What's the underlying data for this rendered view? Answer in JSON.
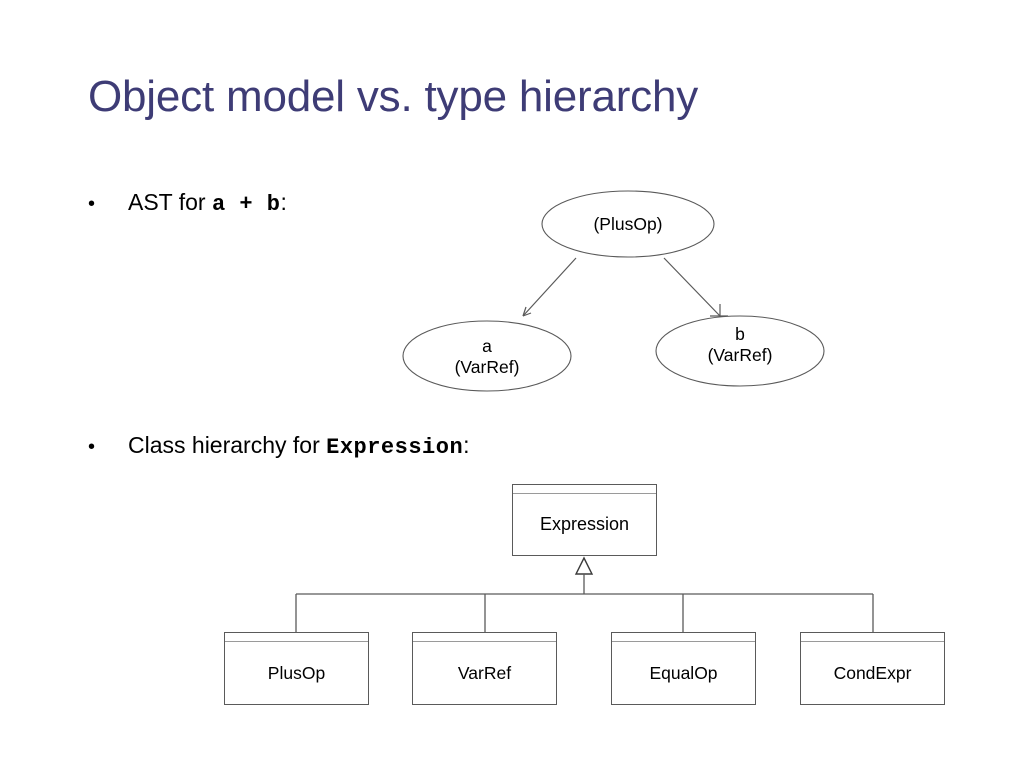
{
  "slide": {
    "title": "Object model vs. type hierarchy",
    "title_color": "#3E3C76",
    "background_color": "#FFFFFF"
  },
  "bullets": [
    {
      "marker": "•",
      "prefix": "AST for ",
      "code": "a + b",
      "suffix": ":"
    },
    {
      "marker": "•",
      "prefix": "Class hierarchy for ",
      "code": "Expression",
      "suffix": ":"
    }
  ],
  "ast_diagram": {
    "shape": "ellipse",
    "edge_style": "arrow",
    "nodes": [
      {
        "id": "root",
        "line1": "",
        "line2": "(PlusOp)"
      },
      {
        "id": "left",
        "line1": "a",
        "line2": "(VarRef)"
      },
      {
        "id": "right",
        "line1": "b",
        "line2": "(VarRef)"
      }
    ],
    "edges": [
      {
        "from": "root",
        "to": "left"
      },
      {
        "from": "root",
        "to": "right"
      }
    ]
  },
  "class_diagram": {
    "relation": "generalization",
    "superclass": {
      "label": "Expression"
    },
    "subclasses": [
      {
        "label": "PlusOp"
      },
      {
        "label": "VarRef"
      },
      {
        "label": "EqualOp"
      },
      {
        "label": "CondExpr"
      }
    ]
  }
}
